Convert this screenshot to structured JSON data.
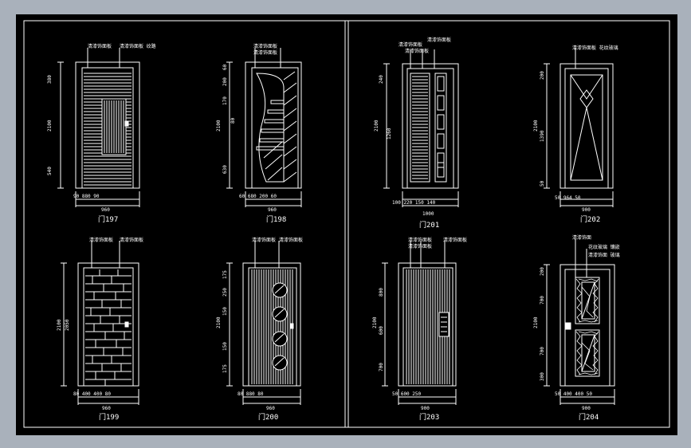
{
  "colors": {
    "frame": "#a9b1bb",
    "paper": "#000000",
    "line": "#ffffff"
  },
  "doors": [
    {
      "id": "d197",
      "label": "门197",
      "dims_bottom": "90  880  90",
      "dims_total": "960",
      "dims_left": [
        "380",
        "2100",
        "540"
      ],
      "notes": [
        "清漆饰面板",
        "清漆饰面板 纹路"
      ]
    },
    {
      "id": "d198",
      "label": "门198",
      "dims_bottom": "60  680  200 60",
      "dims_total": "960",
      "dims_left": [
        "60",
        "200",
        "170",
        "80",
        "2100",
        "630"
      ],
      "notes": [
        "清漆饰面板",
        "清漆饰面板"
      ]
    },
    {
      "id": "d201",
      "label": "门201",
      "dims_bottom": "100  220  150  140",
      "dims_total": "1000",
      "dims_left": [
        "240",
        "1260",
        "2100"
      ],
      "notes": [
        "清漆饰面板",
        "清漆饰面板",
        "清漆饰面板"
      ]
    },
    {
      "id": "d202",
      "label": "门202",
      "dims_bottom": "50   964   50",
      "dims_total": "900",
      "dims_left": [
        "200",
        "1390",
        "2100",
        "50"
      ],
      "notes": [
        "清漆饰面板 花纹玻璃"
      ]
    },
    {
      "id": "d199",
      "label": "门199",
      "dims_bottom": "80   400   400   80",
      "dims_total": "960",
      "dims_left": [
        "2100",
        "2050"
      ],
      "notes": [
        "清漆饰面板",
        "清漆饰面板"
      ]
    },
    {
      "id": "d200",
      "label": "门200",
      "dims_bottom": "80    880    80",
      "dims_total": "960",
      "dims_left": [
        "175",
        "250",
        "150",
        "2100",
        "150",
        "175"
      ],
      "notes": [
        "清漆饰面板",
        "清漆饰面板"
      ]
    },
    {
      "id": "d203",
      "label": "门203",
      "dims_bottom": "50   600   250",
      "dims_total": "900",
      "dims_left": [
        "800",
        "2100",
        "600",
        "700"
      ],
      "notes": [
        "清漆饰面板",
        "清漆饰面板",
        "清漆饰面板"
      ]
    },
    {
      "id": "d204",
      "label": "门204",
      "dims_bottom": "50  400  400  50",
      "dims_total": "900",
      "dims_left": [
        "200",
        "700",
        "2100",
        "700",
        "300"
      ],
      "notes": [
        "清漆饰面",
        "花纹玻璃 镶嵌",
        "清漆饰面 玻璃"
      ]
    }
  ]
}
